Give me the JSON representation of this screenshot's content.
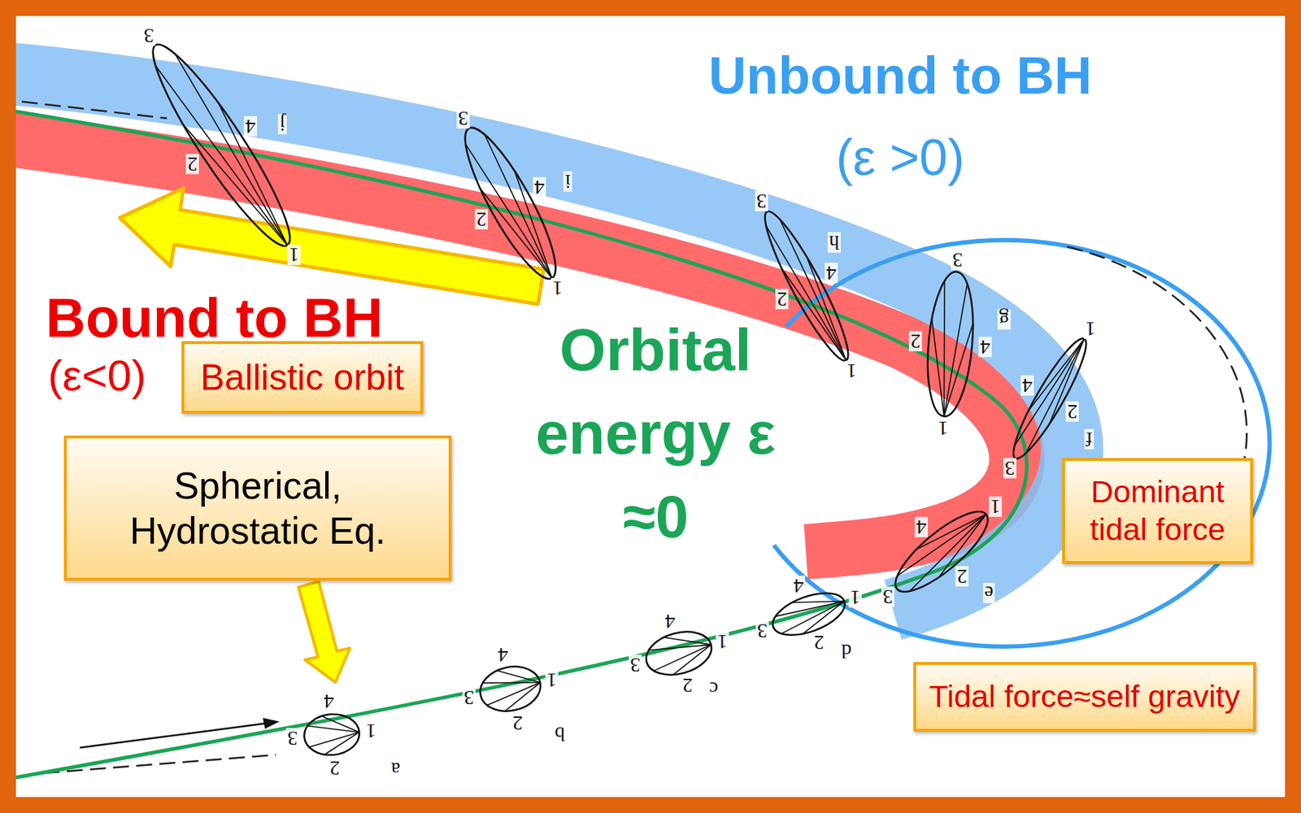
{
  "diagram": {
    "nodes": [
      {
        "text": [
          "Ballistic orbit"
        ]
      },
      {
        "text": [
          "Spherical, Hydrostatic Eq."
        ]
      },
      {
        "text": [
          "Dominant tidal force"
        ]
      },
      {
        "text": [
          "Tidal force≈self gravity"
        ]
      }
    ],
    "labels": [
      "Unbound to BH",
      "(ε >0)",
      "Bound to BH",
      "(ε<0)",
      "Orbital energy ε ≈0",
      "a",
      "1",
      "2",
      "3",
      "4",
      "b",
      "1",
      "2",
      "3",
      "4",
      "c",
      "1",
      "2",
      "3",
      "4",
      "d",
      "1",
      "2",
      "3",
      "4",
      "e",
      "1",
      "2",
      "3",
      "4",
      "f",
      "1",
      "2",
      "3",
      "4",
      "g",
      "1",
      "2",
      "3",
      "4",
      "h",
      "1",
      "2",
      "3",
      "4",
      "i",
      "1",
      "2",
      "3",
      "4",
      "j",
      "1",
      "2",
      "3",
      "4"
    ]
  }
}
